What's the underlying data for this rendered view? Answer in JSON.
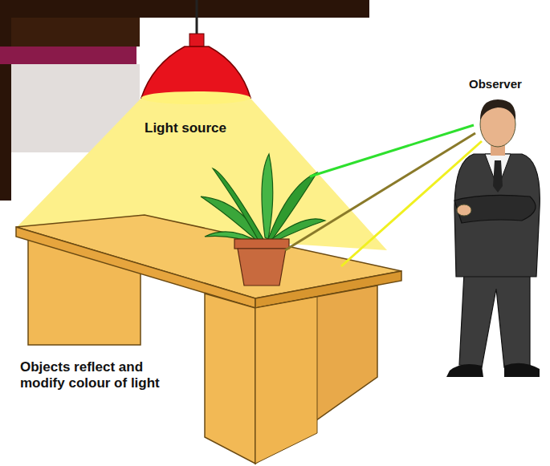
{
  "diagram": {
    "labels": [
      "Light source",
      "Observer",
      "Objects reflect and modify colour of light"
    ]
  }
}
